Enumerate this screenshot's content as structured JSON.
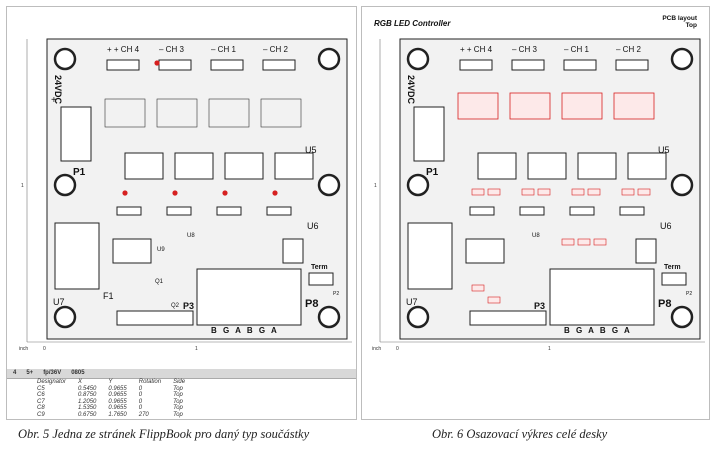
{
  "left": {
    "caption": "Obr. 5  Jedna ze stránek FlippBook pro daný typ součástky",
    "axis": {
      "inch": "inch",
      "tick0": "0",
      "tick1": "1"
    },
    "channels": [
      "CH 4",
      "CH 3",
      "CH 1",
      "CH 2"
    ],
    "labels": {
      "p1": "P1",
      "p3": "P3",
      "p8": "P8",
      "p2": "P2",
      "u5": "U5",
      "u6": "U6",
      "u7": "U7",
      "u8": "U8",
      "u9": "U9",
      "f1": "F1",
      "q1": "Q1",
      "q2": "Q2",
      "term": "Term",
      "vdc": "24VDC",
      "plus": "+",
      "connector": "B G A B G A"
    },
    "table": {
      "bar": [
        "4",
        "5+",
        "fp/36V",
        "0805"
      ],
      "headers": [
        "Designator",
        "X",
        "Y",
        "Rotation",
        "Side"
      ],
      "rows": [
        [
          "C5",
          "0.5450",
          "0.9655",
          "0",
          "Top"
        ],
        [
          "C6",
          "0.8750",
          "0.9655",
          "0",
          "Top"
        ],
        [
          "C7",
          "1.2050",
          "0.9655",
          "0",
          "Top"
        ],
        [
          "C8",
          "1.5350",
          "0.9655",
          "0",
          "Top"
        ],
        [
          "C9",
          "0.6750",
          "1.7650",
          "270",
          "Top"
        ]
      ]
    }
  },
  "right": {
    "caption": "Obr. 6  Osazovací výkres celé desky",
    "title": "RGB LED Controller",
    "layer1": "PCB layout",
    "layer2": "Top",
    "axis": {
      "inch": "inch",
      "tick0": "0",
      "tick1": "1"
    },
    "channels": [
      "CH 4",
      "CH 3",
      "CH 1",
      "CH 2"
    ],
    "labels": {
      "p1": "P1",
      "p3": "P3",
      "p8": "P8",
      "p2": "P2",
      "u5": "U5",
      "u6": "U6",
      "u7": "U7",
      "u8": "U8",
      "term": "Term",
      "vdc": "24VDC",
      "connector": "B G A B G A"
    }
  },
  "colors": {
    "board": "#f2f2f2",
    "silk": "#1a1a1a",
    "highlight": "#d62020",
    "panel_border": "#bdbdbd"
  }
}
